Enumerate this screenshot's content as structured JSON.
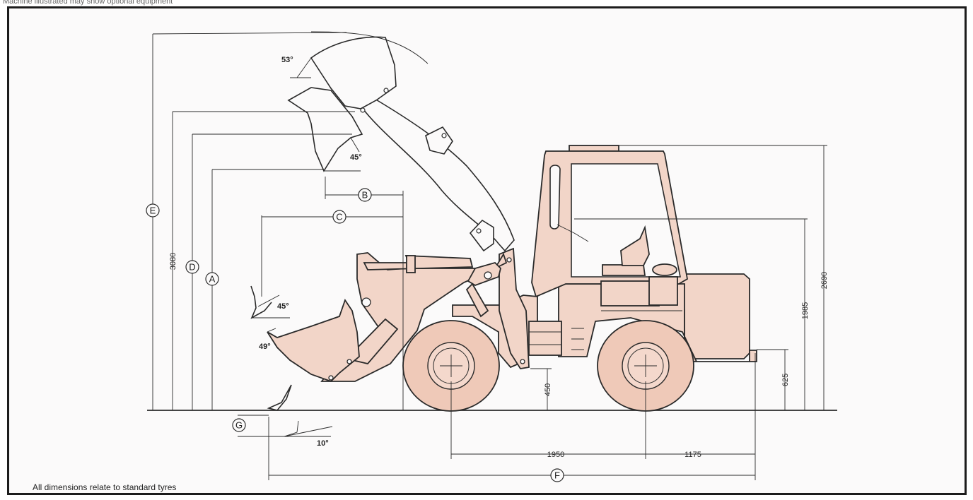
{
  "header_note": "Machine illustrated may show optional equipment",
  "footer_note": "All dimensions relate to standard tyres",
  "dimension_labels": {
    "d3080": "3080",
    "d2690": "2690",
    "d1985": "1985",
    "d625": "625",
    "d450": "450",
    "d1950": "1950",
    "d1175": "1175"
  },
  "angle_labels": {
    "a53": "53°",
    "a45_top": "45°",
    "a45_mid": "45°",
    "a49": "49°",
    "a10": "10°"
  },
  "letter_labels": {
    "A": "A",
    "B": "B",
    "C": "C",
    "D": "D",
    "E": "E",
    "F": "F",
    "G": "G"
  },
  "colors": {
    "machine_fill": "#f2d5c8",
    "tyre_fill": "#efc9b8",
    "line": "#2a2a2a"
  }
}
